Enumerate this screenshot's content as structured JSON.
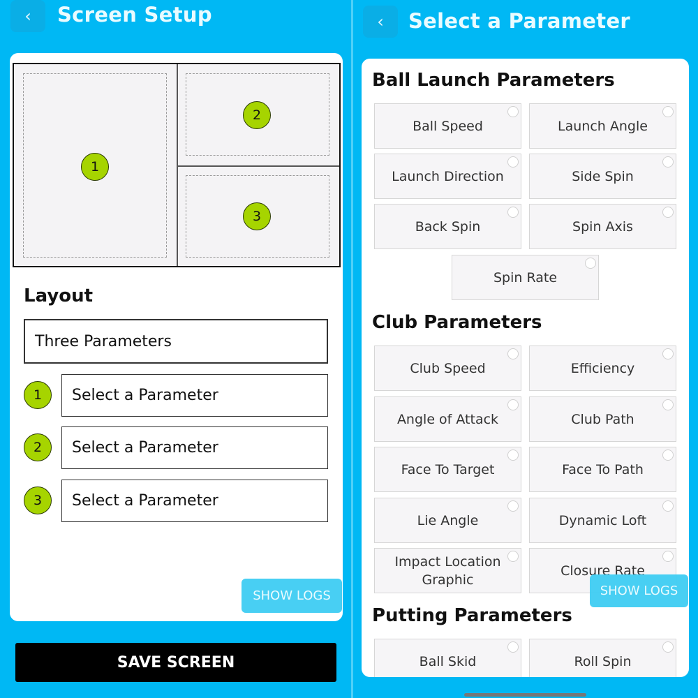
{
  "left": {
    "title": "Screen Setup",
    "preview_slots": [
      "1",
      "2",
      "3"
    ],
    "layout_label": "Layout",
    "layout_value": "Three Parameters",
    "rows": [
      {
        "num": "1",
        "value": "Select a Parameter"
      },
      {
        "num": "2",
        "value": "Select a Parameter"
      },
      {
        "num": "3",
        "value": "Select a Parameter"
      }
    ],
    "show_logs": "SHOW LOGS",
    "save": "SAVE SCREEN"
  },
  "right": {
    "title": "Select a Parameter",
    "sections": [
      {
        "title": "Ball Launch Parameters",
        "items": [
          "Ball Speed",
          "Launch Angle",
          "Launch Direction",
          "Side Spin",
          "Back Spin",
          "Spin Axis",
          "Spin Rate"
        ]
      },
      {
        "title": "Club Parameters",
        "items": [
          "Club Speed",
          "Efficiency",
          "Angle of Attack",
          "Club Path",
          "Face To Target",
          "Face To Path",
          "Lie Angle",
          "Dynamic Loft",
          "Impact Location Graphic",
          "Closure Rate"
        ]
      },
      {
        "title": "Putting Parameters",
        "items": [
          "Ball Skid",
          "Roll Spin"
        ]
      }
    ],
    "show_logs": "SHOW LOGS"
  },
  "colors": {
    "background": "#00b8f4",
    "badge": "#a6d400",
    "save_button": "#000000"
  },
  "icons": {
    "back": "chevron-left-icon",
    "radio": "radio-unselected-icon"
  }
}
